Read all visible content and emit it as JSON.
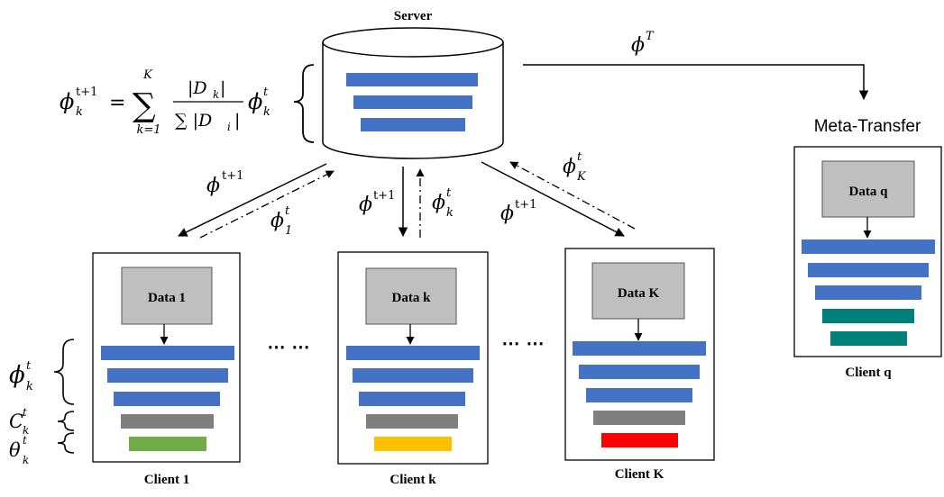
{
  "server": {
    "label": "Server"
  },
  "aggregation": {
    "lhs_base": "ϕ",
    "lhs_sub": "k",
    "lhs_sup": "t+1",
    "equals": "=",
    "sum_symbol": "∑",
    "sum_upper": "K",
    "sum_lower": "k=1",
    "numerator": "|D",
    "numerator_sub": "k",
    "numerator_close": "|",
    "denominator": "∑ |D",
    "denominator_sub": "i",
    "denominator_close": "|",
    "rhs_base": "ϕ",
    "rhs_sub": "k",
    "rhs_sup": "t"
  },
  "meta_transfer": {
    "title": "Meta-Transfer",
    "arrow_label_base": "ϕ",
    "arrow_label_sup": "T"
  },
  "arrows": {
    "to_client1_base": "ϕ",
    "to_client1_sup": "t+1",
    "from_client1_base": "ϕ",
    "from_client1_sup": "t",
    "from_client1_sub": "1",
    "to_clientk_base": "ϕ",
    "to_clientk_sup": "t+1",
    "from_clientk_base": "ϕ",
    "from_clientk_sup": "t",
    "from_clientk_sub": "k",
    "to_clientK_base": "ϕ",
    "to_clientK_sup": "t+1",
    "from_clientK_base": "ϕ",
    "from_clientK_sup": "t",
    "from_clientK_sub": "K"
  },
  "side_brackets": {
    "phi_base": "ϕ",
    "phi_sup": "t",
    "phi_sub": "k",
    "c_base": "C",
    "c_sup": "t",
    "c_sub": "k",
    "theta_base": "θ",
    "theta_sup": "t",
    "theta_sub": "k"
  },
  "clients": [
    {
      "data_label": "Data 1",
      "client_label": "Client 1",
      "head_color": "#70ad47"
    },
    {
      "data_label": "Data k",
      "client_label": "Client k",
      "head_color": "#ffc000"
    },
    {
      "data_label": "Data K",
      "client_label": "Client K",
      "head_color": "#ff0000"
    },
    {
      "data_label": "Data q",
      "client_label": "Client q",
      "head_color": "#00807a"
    }
  ],
  "ellipsis": [
    "⋯ ⋯",
    "⋯ ⋯"
  ],
  "colors": {
    "layer_blue": "#4472c4",
    "layer_gray": "#7f7f7f",
    "data_box": "#bfbfbf",
    "teal": "#00807a"
  }
}
